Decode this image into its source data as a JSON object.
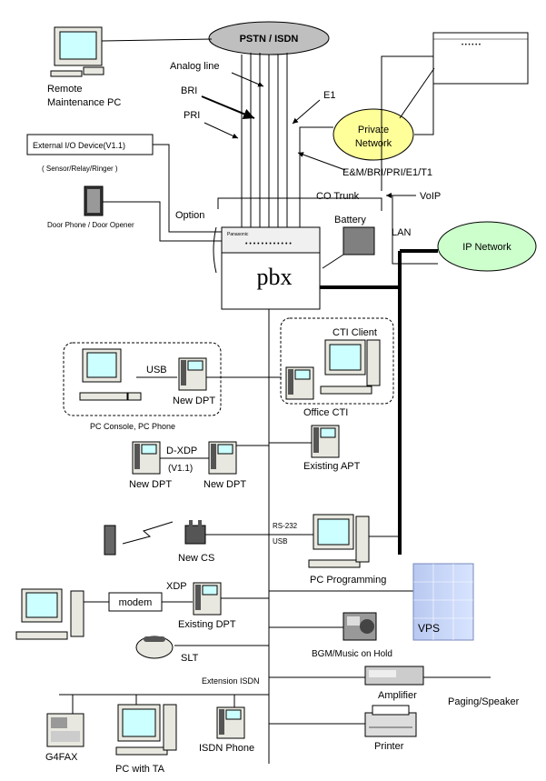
{
  "clouds": {
    "pstn": "PSTN / ISDN",
    "private_network_1": "Private",
    "private_network_2": "Network",
    "ip_network": "IP Network"
  },
  "lines": {
    "analog": "Analog line",
    "bri": "BRI",
    "pri": "PRI",
    "e1": "E1",
    "trunk_types": "E&M/BRI/PRI/E1/T1",
    "co_trunk": "CO Trunk",
    "voip": "VoIP",
    "lan": "LAN",
    "option": "Option",
    "battery": "Battery"
  },
  "pbx": {
    "label": "pbx",
    "brand": "Panasonic"
  },
  "devices": {
    "remote_pc_1": "Remote",
    "remote_pc_2": "Maintenance PC",
    "external_io": "External I/O Device(V1.1)",
    "external_io_sub": "( Sensor/Relay/Ringer )",
    "door_phone": "Door Phone / Door Opener",
    "cti_client": "CTI Client",
    "office_cti": "Office CTI",
    "usb": "USB",
    "new_dpt": "New DPT",
    "pc_console": "PC Console, PC Phone",
    "dxdp": "D-XDP",
    "v11": "(V1.1)",
    "new_dpt_a": "New DPT",
    "new_dpt_b": "New DPT",
    "existing_apt": "Existing APT",
    "new_cs": "New CS",
    "rs232": "RS-232",
    "usb2": "USB",
    "pc_programming": "PC Programming",
    "modem": "modem",
    "xdp": "XDP",
    "existing_dpt": "Existing DPT",
    "vps": "VPS",
    "bgm": "BGM/Music on Hold",
    "slt": "SLT",
    "extension_isdn": "Extension ISDN",
    "amplifier": "Amplifier",
    "paging": "Paging/Speaker",
    "g4fax": "G4FAX",
    "pc_with_ta": "PC with TA",
    "isdn_phone": "ISDN Phone",
    "printer": "Printer"
  }
}
